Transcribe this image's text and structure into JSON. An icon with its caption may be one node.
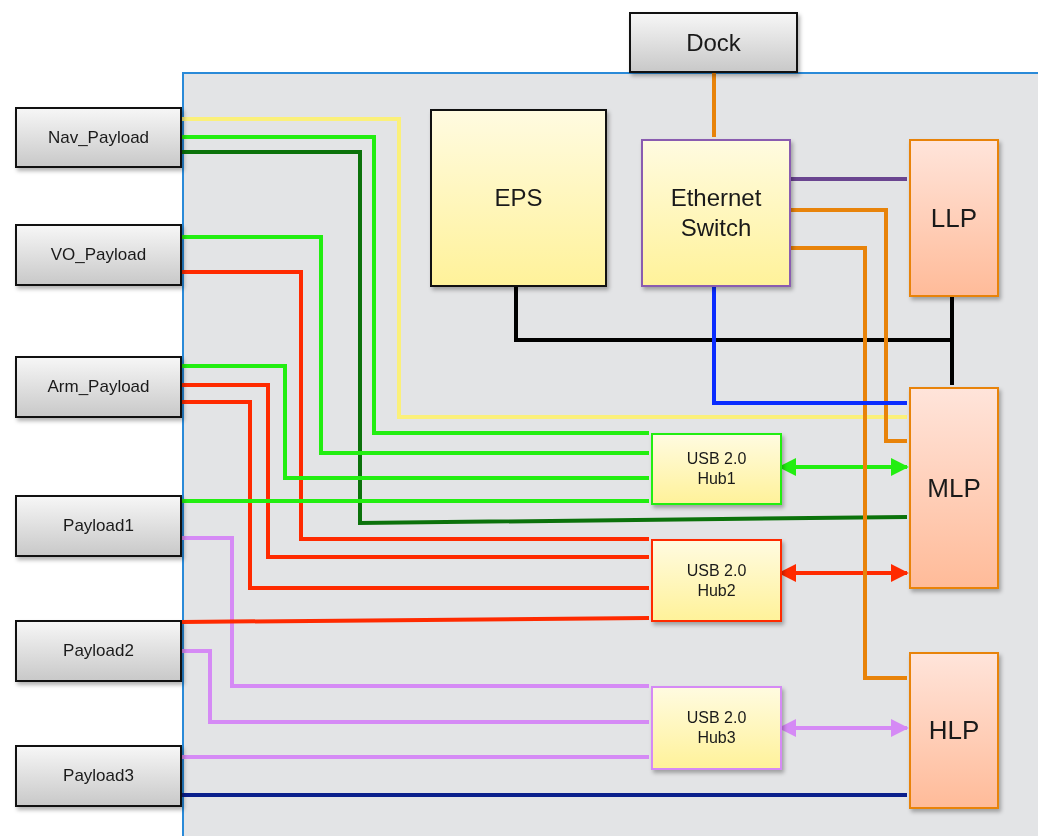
{
  "diagram": {
    "nodes": [
      {
        "text": [],
        "shape": "box"
      },
      {
        "text": [
          "Dock"
        ]
      },
      {
        "text": [
          "Nav_Payload"
        ]
      },
      {
        "text": [
          "EPS"
        ],
        "in": 0
      },
      {
        "text": [
          "Ethernet Switch"
        ],
        "in": 0
      },
      {
        "text": [
          "LLP"
        ],
        "in": 0
      },
      {
        "text": [
          "VO_Payload"
        ]
      },
      {
        "text": [
          "Arm_Payload"
        ]
      },
      {
        "text": [
          "MLP"
        ],
        "in": 0
      },
      {
        "text": [
          "USB 2.0 Hub1"
        ],
        "in": 0
      },
      {
        "text": [
          "Payload1"
        ]
      },
      {
        "text": [
          "USB 2.0 Hub2"
        ],
        "in": 0
      },
      {
        "text": [
          "Payload2"
        ]
      },
      {
        "text": [
          "HLP"
        ],
        "in": 0
      },
      {
        "text": [
          "USB 2.0 Hub3"
        ],
        "in": 0
      },
      {
        "text": [
          "Payload3"
        ]
      }
    ],
    "edges": [
      {
        "from": 2,
        "to": 8,
        "arrow": "none",
        "color": "#fbf07a"
      },
      {
        "from": 2,
        "to": 9,
        "arrow": "none",
        "color": "#22ee11"
      },
      {
        "from": 2,
        "to": 8,
        "arrow": "none",
        "color": "#0b720b"
      },
      {
        "from": 6,
        "to": 9,
        "arrow": "none",
        "color": "#22ee11"
      },
      {
        "from": 6,
        "to": 11,
        "arrow": "none",
        "color": "#ff2a00"
      },
      {
        "from": 7,
        "to": 9,
        "arrow": "none",
        "color": "#22ee11"
      },
      {
        "from": 7,
        "to": 11,
        "arrow": "none",
        "color": "#ff2a00"
      },
      {
        "from": 7,
        "to": 11,
        "arrow": "none",
        "color": "#ff2a00"
      },
      {
        "from": 10,
        "to": 9,
        "arrow": "none",
        "color": "#22ee11"
      },
      {
        "from": 10,
        "to": 14,
        "arrow": "none",
        "color": "#d58af5"
      },
      {
        "from": 12,
        "to": 11,
        "arrow": "none",
        "color": "#ff2a00"
      },
      {
        "from": 12,
        "to": 14,
        "arrow": "none",
        "color": "#d58af5"
      },
      {
        "from": 15,
        "to": 14,
        "arrow": "none",
        "color": "#d58af5"
      },
      {
        "from": 15,
        "to": 13,
        "arrow": "none",
        "color": "#0a1f8c"
      },
      {
        "from": 9,
        "to": 8,
        "arrow": "both",
        "color": "#22ee11"
      },
      {
        "from": 11,
        "to": 8,
        "arrow": "both",
        "color": "#ff2a00"
      },
      {
        "from": 14,
        "to": 13,
        "arrow": "both",
        "color": "#d58af5"
      },
      {
        "from": 3,
        "to": 5,
        "arrow": "none",
        "color": "#000000"
      },
      {
        "from": 3,
        "to": 8,
        "arrow": "none",
        "color": "#000000"
      },
      {
        "from": 1,
        "to": 4,
        "arrow": "none",
        "color": "#e8830a"
      },
      {
        "from": 4,
        "to": 5,
        "arrow": "none",
        "color": "#6a4590"
      },
      {
        "from": 4,
        "to": 8,
        "arrow": "none",
        "color": "#e8830a"
      },
      {
        "from": 4,
        "to": 13,
        "arrow": "none",
        "color": "#e8830a"
      },
      {
        "from": 4,
        "to": 8,
        "arrow": "none",
        "color": "#0a2cff"
      }
    ]
  }
}
